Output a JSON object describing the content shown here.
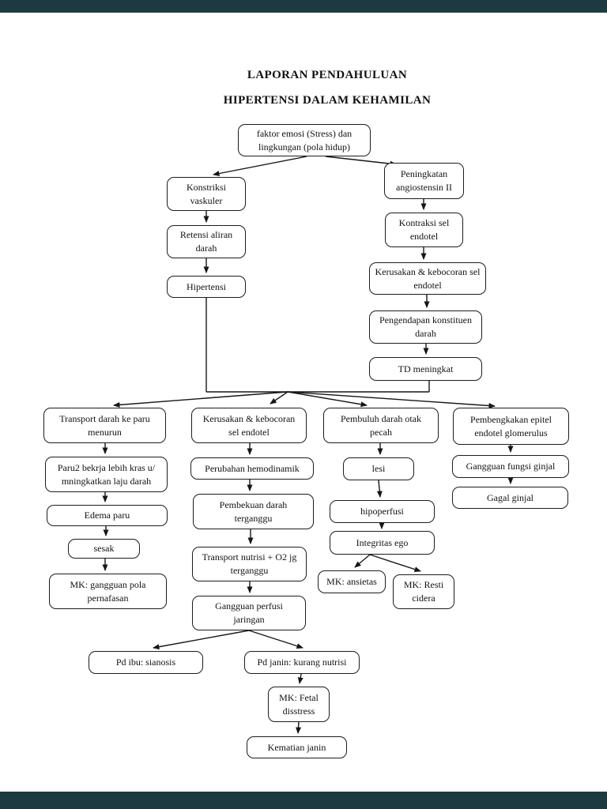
{
  "document": {
    "title_line1": "LAPORAN PENDAHULUAN",
    "title_line2": "HIPERTENSI DALAM KEHAMILAN"
  },
  "colors": {
    "viewer_bar": "#1e3a41",
    "page_background": "#ffffff",
    "box_border": "#1c1c1c",
    "arrow": "#161616",
    "text": "#111111"
  },
  "flowchart": {
    "nodes": {
      "faktor": {
        "label": "faktor emosi (Stress) dan lingkungan (pola hidup)"
      },
      "konstriksi": {
        "label": "Konstriksi vaskuler"
      },
      "retensi": {
        "label": "Retensi aliran darah"
      },
      "hipertensi": {
        "label": "Hipertensi"
      },
      "peningkatan": {
        "label": "Peningkatan angiostensin II"
      },
      "kontraksi": {
        "label": "Kontraksi sel endotel"
      },
      "kerusakan_endotel": {
        "label": "Kerusakan & kebocoran sel endotel"
      },
      "pengendapan": {
        "label": "Pengendapan konstituen darah"
      },
      "td_meningkat": {
        "label": "TD meningkat"
      },
      "transport_paru": {
        "label": "Transport darah ke paru menurun"
      },
      "paru2": {
        "label": "Paru2 bekrja lebih kras u/ mningkatkan laju darah"
      },
      "edema_paru": {
        "label": "Edema paru"
      },
      "sesak": {
        "label": "sesak"
      },
      "mk_pernafasan": {
        "label": "MK: gangguan pola pernafasan"
      },
      "kerusakan_endotel2": {
        "label": "Kerusakan & kebocoran sel endotel"
      },
      "perubahan_hemo": {
        "label": "Perubahan hemodinamik"
      },
      "pembekuan": {
        "label": "Pembekuan darah terganggu"
      },
      "transport_nutrisi": {
        "label": "Transport nutrisi + O2 jg terganggu"
      },
      "gangguan_perfusi": {
        "label": "Gangguan perfusi jaringan"
      },
      "pd_ibu": {
        "label": "Pd ibu: sianosis"
      },
      "pd_janin": {
        "label": "Pd janin: kurang nutrisi"
      },
      "mk_fetal": {
        "label": "MK: Fetal disstress"
      },
      "kematian_janin": {
        "label": "Kematian janin"
      },
      "pembuluh_otak": {
        "label": "Pembuluh darah otak pecah"
      },
      "lesi": {
        "label": "lesi"
      },
      "hipoperfusi": {
        "label": "hipoperfusi"
      },
      "integritas_ego": {
        "label": "Integritas ego"
      },
      "mk_ansietas": {
        "label": "MK: ansietas"
      },
      "mk_resti": {
        "label": "MK: Resti cidera"
      },
      "pembengkakan": {
        "label": "Pembengkakan epitel endotel glomerulus"
      },
      "gangguan_ginjal": {
        "label": "Gangguan fungsi ginjal"
      },
      "gagal_ginjal": {
        "label": "Gagal ginjal"
      }
    }
  }
}
